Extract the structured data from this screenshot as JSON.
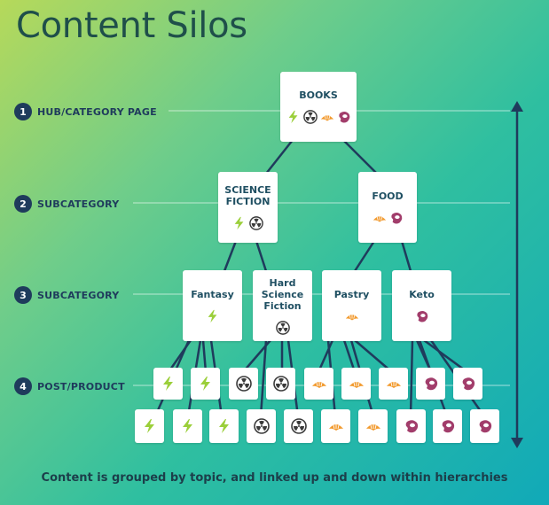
{
  "title": "Content Silos",
  "footer": "Content is grouped by topic, and linked up and down within hierarchies",
  "levels": [
    {
      "num": "1",
      "label": "HUB/CATEGORY PAGE"
    },
    {
      "num": "2",
      "label": "SUBCATEGORY"
    },
    {
      "num": "3",
      "label": "SUBCATEGORY"
    },
    {
      "num": "4",
      "label": "POST/PRODUCT"
    }
  ],
  "nodes": {
    "books": {
      "label": "BOOKS",
      "icons": [
        "lightning-icon",
        "radiation-icon",
        "croissant-icon",
        "steak-icon"
      ]
    },
    "science_fiction": {
      "label": "SCIENCE FICTION",
      "icons": [
        "lightning-icon",
        "radiation-icon"
      ]
    },
    "food": {
      "label": "FOOD",
      "icons": [
        "croissant-icon",
        "steak-icon"
      ]
    },
    "fantasy": {
      "label": "Fantasy",
      "icons": [
        "lightning-icon"
      ]
    },
    "hard_scifi": {
      "label": "Hard Science Fiction",
      "icons": [
        "radiation-icon"
      ]
    },
    "pastry": {
      "label": "Pastry",
      "icons": [
        "croissant-icon"
      ]
    },
    "keto": {
      "label": "Keto",
      "icons": [
        "steak-icon"
      ]
    }
  },
  "posts_row1": [
    "lightning-icon",
    "lightning-icon",
    "radiation-icon",
    "radiation-icon",
    "croissant-icon",
    "croissant-icon",
    "croissant-icon",
    "steak-icon",
    "steak-icon"
  ],
  "posts_row2": [
    "lightning-icon",
    "lightning-icon",
    "lightning-icon",
    "radiation-icon",
    "radiation-icon",
    "croissant-icon",
    "croissant-icon",
    "steak-icon",
    "steak-icon",
    "steak-icon"
  ],
  "colors": {
    "lightning": "#9bcf3a",
    "radiation": "#3a3a3a",
    "croissant": "#f29a2e",
    "steak": "#a23d6b",
    "navy": "#1f3b5c"
  }
}
